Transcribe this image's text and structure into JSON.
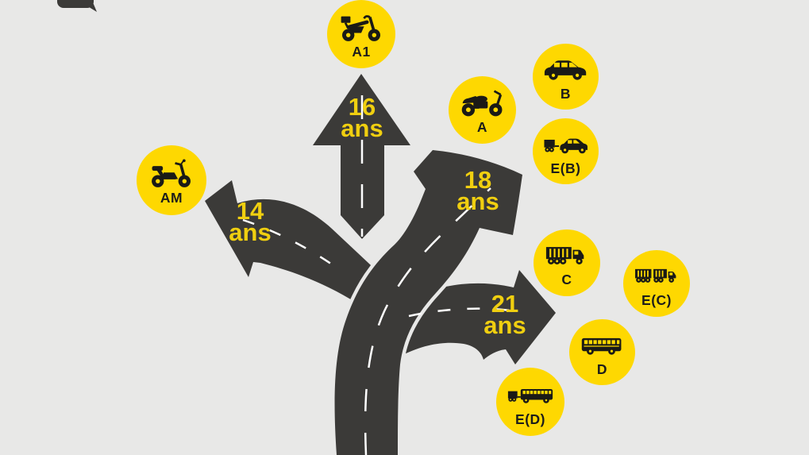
{
  "colors": {
    "background": "#e8e8e7",
    "road": "#3b3a38",
    "badge_yellow": "#fed801",
    "age_text": "#f0cf10",
    "icon_black": "#1a1a16",
    "dash_white": "#ffffff",
    "label_black": "#1d1d1a"
  },
  "branches": [
    {
      "age": "14",
      "unit": "ans",
      "direction": "upper-left",
      "badges": [
        {
          "label": "AM",
          "icon": "scooter-icon"
        }
      ]
    },
    {
      "age": "16",
      "unit": "ans",
      "direction": "up",
      "badges": [
        {
          "label": "A1",
          "icon": "moped-icon"
        }
      ]
    },
    {
      "age": "18",
      "unit": "ans",
      "direction": "upper-right",
      "badges": [
        {
          "label": "A",
          "icon": "motorcycle-icon"
        },
        {
          "label": "B",
          "icon": "car-icon"
        },
        {
          "label": "E(B)",
          "icon": "car-with-trailer-icon"
        }
      ]
    },
    {
      "age": "21",
      "unit": "ans",
      "direction": "right",
      "badges": [
        {
          "label": "C",
          "icon": "truck-icon"
        },
        {
          "label": "E(C)",
          "icon": "truck-with-trailer-icon"
        },
        {
          "label": "D",
          "icon": "bus-icon"
        },
        {
          "label": "E(D)",
          "icon": "bus-with-trailer-icon"
        }
      ]
    }
  ]
}
